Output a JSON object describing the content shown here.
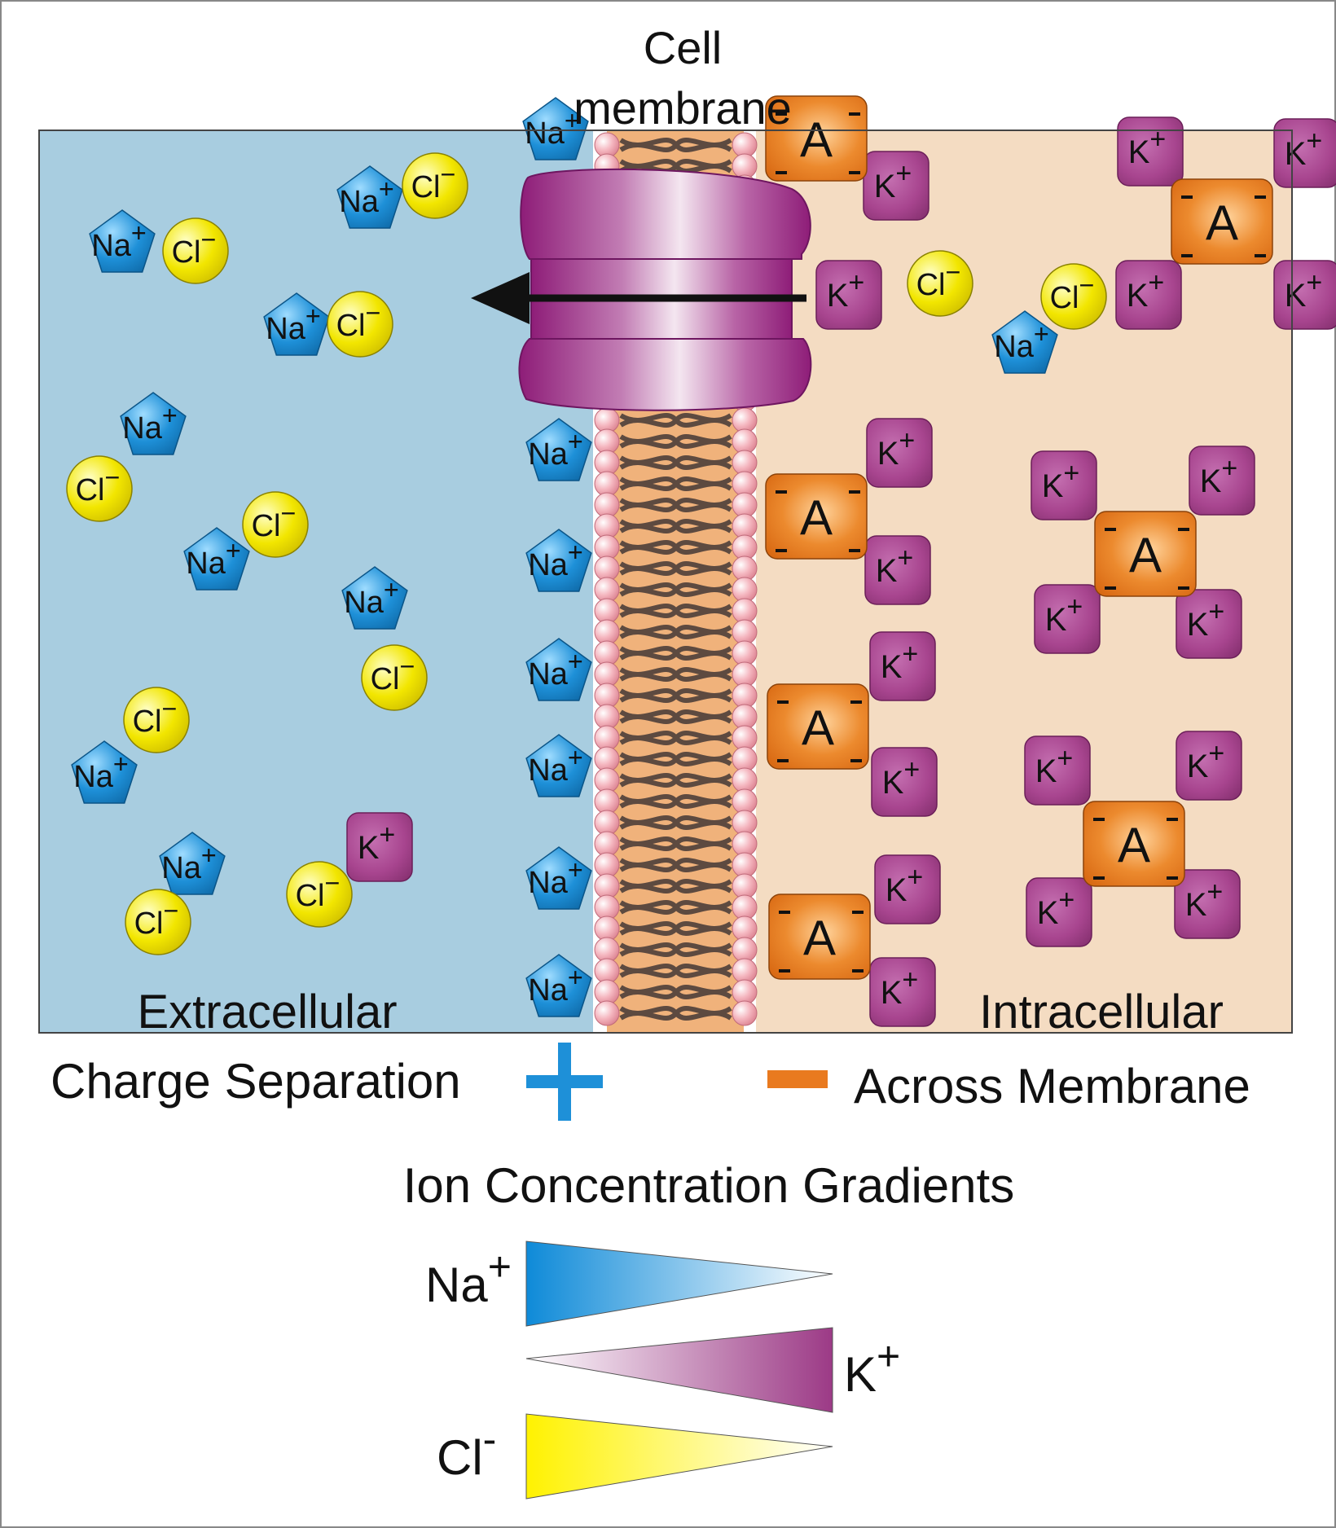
{
  "title": "Cell membrane",
  "regions": {
    "extracellular": "Extracellular",
    "intracellular": "Intracellular"
  },
  "legend": {
    "charge_left": "Charge Separation",
    "charge_right": "Across Membrane",
    "gradient_title": "Ion Concentration Gradients"
  },
  "ions": {
    "sodium": {
      "symbol": "Na",
      "charge": "+"
    },
    "potassium": {
      "symbol": "K",
      "charge": "+"
    },
    "chloride": {
      "symbol": "Cl",
      "charge": "-"
    },
    "anion": {
      "symbol": "A",
      "charge": "-"
    }
  },
  "colors": {
    "extracellular": "#a8cde0",
    "intracellular": "#f4dcc2",
    "sodium": "#1e90d8",
    "potassium": "#a8458f",
    "chloride": "#f2e600",
    "anion": "#e97a1f",
    "channel": "#8e1d78",
    "lipid_head": "#f3a9b3",
    "lipid_tail": "#f0b27b",
    "plus_sign": "#1e90d8",
    "minus_sign": "#e97a1f"
  },
  "icons": {
    "channel": "ion-channel-protein",
    "arrow": "flow-arrow-left",
    "plus": "plus-sign",
    "minus": "minus-sign"
  }
}
